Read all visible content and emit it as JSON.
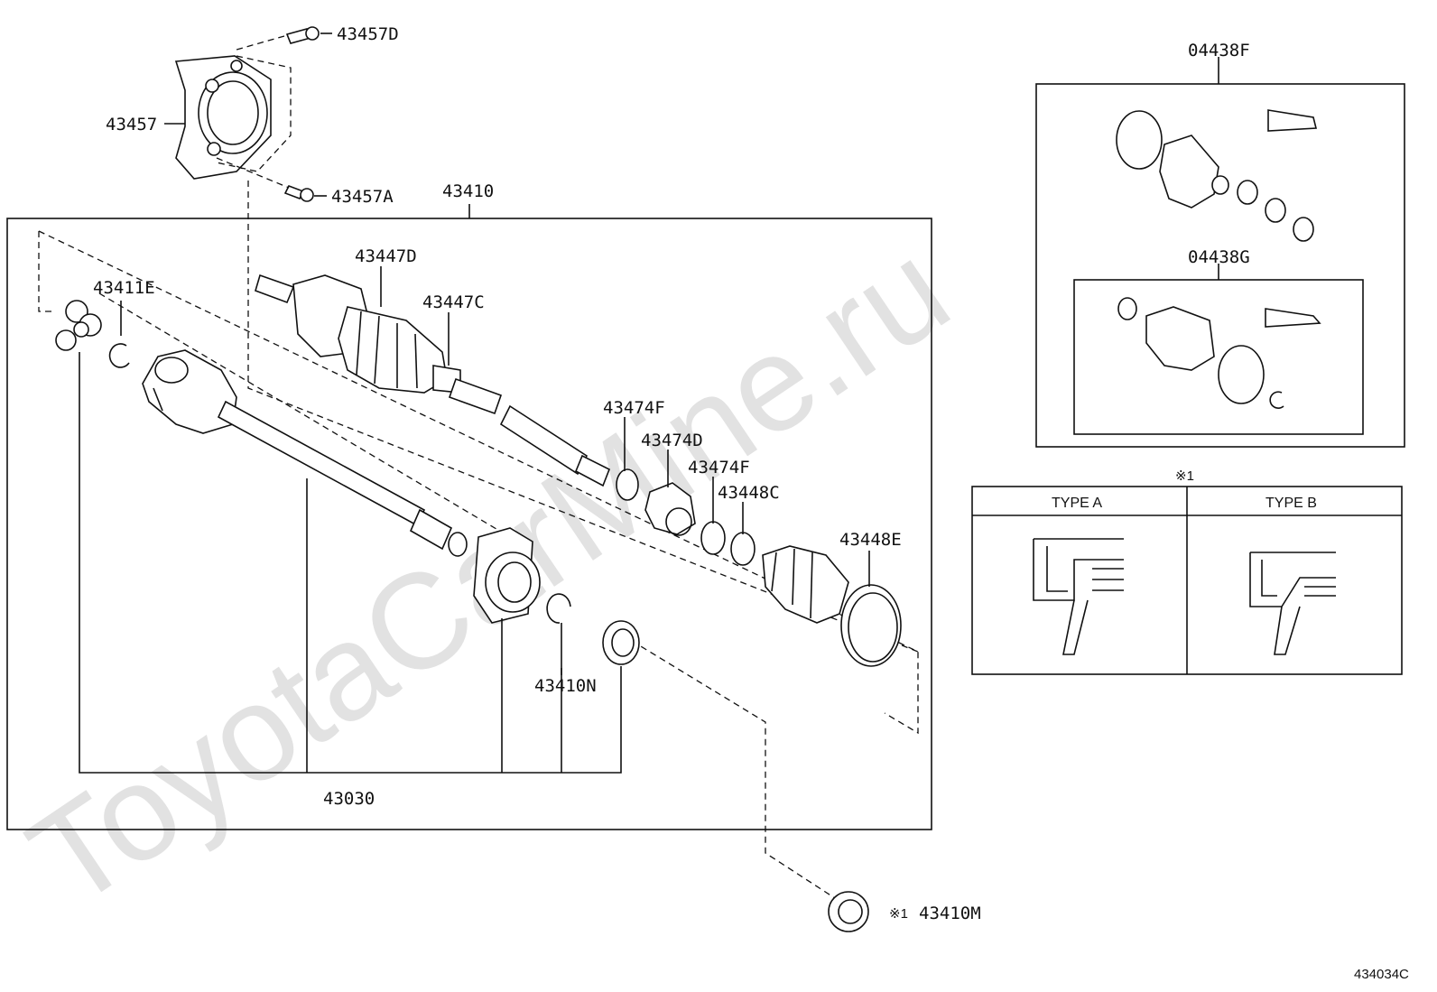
{
  "watermark": "ToyotaCarMine.ru",
  "diagram_ref": "434034C",
  "labels": {
    "p43457D": "43457D",
    "p43457": "43457",
    "p43457A": "43457A",
    "p43410": "43410",
    "p43411E": "43411E",
    "p43447D": "43447D",
    "p43447C": "43447C",
    "p43474F_a": "43474F",
    "p43474D": "43474D",
    "p43474F_b": "43474F",
    "p43448C": "43448C",
    "p43448E": "43448E",
    "p43410N": "43410N",
    "p43030": "43030",
    "p43410M": "43410M",
    "p04438F": "04438F",
    "p04438G": "04438G"
  },
  "note_mark": "※1",
  "note_mark_m": "※1",
  "type_table": {
    "title": "※1",
    "col_a": "TYPE A",
    "col_b": "TYPE B"
  }
}
